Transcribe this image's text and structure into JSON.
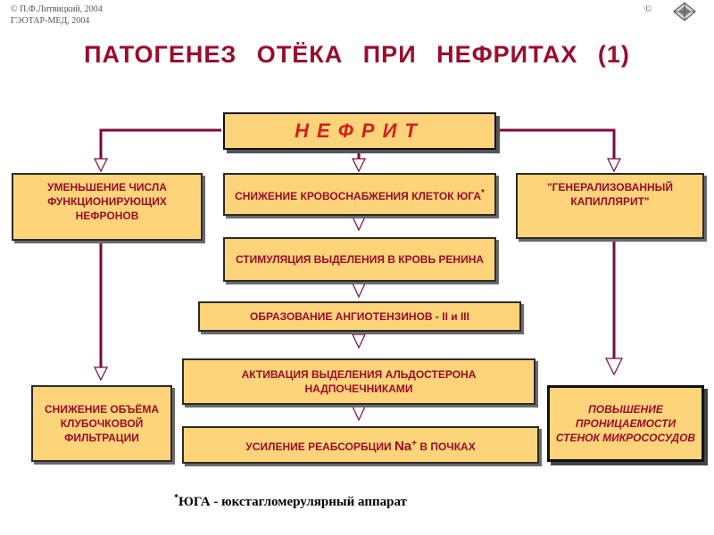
{
  "header": {
    "copyright_line1": "© П.Ф.Литвицкий, 2004",
    "copyright_line2": "ГЭОТАР-МЕД, 2004",
    "copyright_symbol": "©",
    "nav_icon": "diamond-nav-icon"
  },
  "title": "ПАТОГЕНЕЗ ОТЁКА ПРИ НЕФРИТАХ (1)",
  "diagram": {
    "root": "НЕФРИТ",
    "left_top": "УМЕНЬШЕНИЕ ЧИСЛА ФУНКЦИОНИРУЮЩИХ НЕФРОНОВ",
    "left_bottom": "СНИЖЕНИЕ ОБЪЁМА КЛУБОЧКОВОЙ ФИЛЬТРАЦИИ",
    "center_1": "СНИЖЕНИЕ КРОВОСНАБЖЕНИЯ КЛЕТОК ЮГА",
    "center_1_mark": "*",
    "center_2": "СТИМУЛЯЦИЯ ВЫДЕЛЕНИЯ В КРОВЬ РЕНИНА",
    "center_3": "ОБРАЗОВАНИЕ АНГИОТЕНЗИНОВ - II и III",
    "center_4": "АКТИВАЦИЯ ВЫДЕЛЕНИЯ АЛЬДОСТЕРОНА НАДПОЧЕЧНИКАМИ",
    "center_5_prefix": "УСИЛЕНИЕ РЕАБСОРБЦИИ",
    "center_5_ion": "Na",
    "center_5_charge": "+",
    "center_5_suffix": "В ПОЧКАХ",
    "right_top": "\"ГЕНЕРАЛИЗОВАННЫЙ КАПИЛЛЯРИТ\"",
    "right_bottom": "ПОВЫШЕНИЕ ПРОНИЦАЕМОСТИ СТЕНОК МИКРОСОСУДОВ"
  },
  "colors": {
    "box_fill": "#fdd479",
    "text": "#9a0c2c",
    "connector": "#7a0a3c",
    "arrow_fill": "#ffffff"
  },
  "footnote": {
    "mark": "*",
    "text": "ЮГА - юкстагломерулярный аппарат"
  }
}
